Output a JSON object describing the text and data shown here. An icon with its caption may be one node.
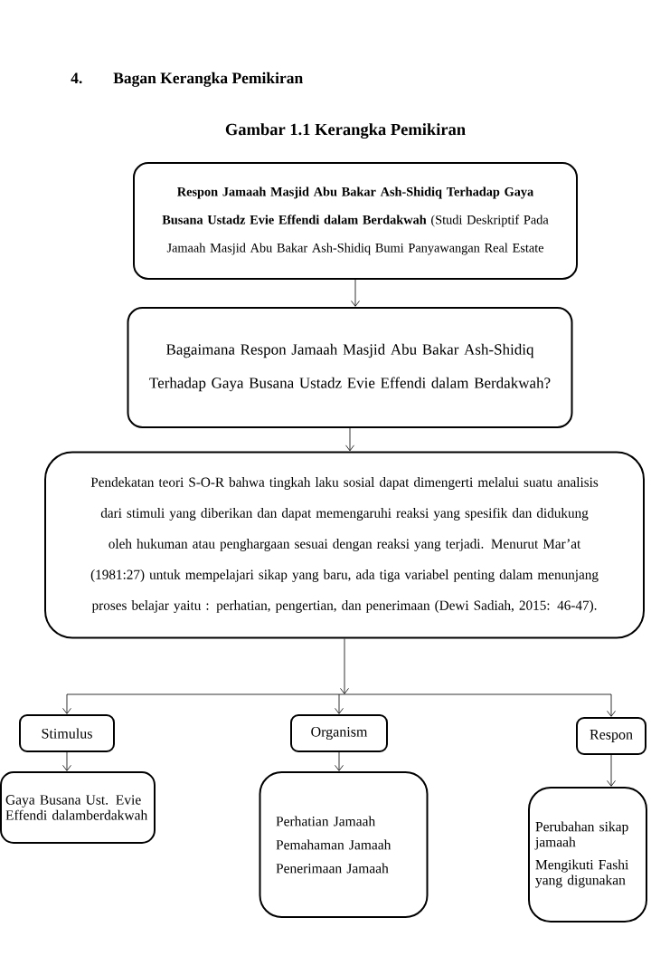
{
  "diagram": {
    "title": "Gambar 1.1 Kerangka Pemikiran",
    "nodes": [
      {
        "text": [
          "**Respon Jamaah Masjid Abu Bakar Ash-Shidiq Terhadap Gaya Busana Ustadz Evie Effendi dalam Berdakwah** (Studi Deskriptif Pada Jamaah Masjid Abu Bakar Ash-Shidiq Bumi Panyawangan Real Estate"
        ]
      },
      {
        "text": [
          "Bagaimana Respon Jamaah Masjid Abu Bakar Ash-Shidiq Terhadap Gaya Busana Ustadz Evie Effendi dalam Berdakwah?"
        ]
      },
      {
        "text": [
          "Pendekatan teori S-O-R bahwa tingkah laku sosial dapat dimengerti melalui suatu analisis dari stimuli yang diberikan dan dapat memengaruhi reaksi yang spesifik dan didukung oleh hukuman atau penghargaan sesuai dengan reaksi yang terjadi. Menurut Mar’at (1981:27) untuk mempelajari sikap yang baru, ada tiga variabel penting dalam menunjang proses belajar yaitu : perhatian, pengertian, dan penerimaan (Dewi Sadiah, 2015: 46-47)."
        ]
      },
      {
        "text": [
          "Stimulus"
        ]
      },
      {
        "text": [
          "Organism"
        ]
      },
      {
        "text": [
          "Respon"
        ]
      },
      {
        "text": [
          "Gaya Busana Ust. Evie Effendi dalamberdakwah"
        ]
      },
      {
        "text": [
          "Perhatian Jamaah",
          "Pemahaman Jamaah",
          "Penerimaan Jamaah"
        ]
      },
      {
        "text": [
          "Perubahan sikap jamaah",
          "Mengikuti Fashi yang digunakan"
        ]
      }
    ],
    "edges": [
      {
        "from": 0,
        "to": 1,
        "arrow": "to"
      },
      {
        "from": 1,
        "to": 2,
        "arrow": "to"
      },
      {
        "from": 2,
        "to": 3,
        "arrow": "to"
      },
      {
        "from": 2,
        "to": 4,
        "arrow": "to"
      },
      {
        "from": 2,
        "to": 5,
        "arrow": "to"
      },
      {
        "from": 3,
        "to": 6,
        "arrow": "to"
      },
      {
        "from": 4,
        "to": 7,
        "arrow": "to"
      },
      {
        "from": 5,
        "to": 8,
        "arrow": "to"
      }
    ],
    "labels": [
      "4.",
      "Bagan Kerangka Pemikiran"
    ]
  }
}
